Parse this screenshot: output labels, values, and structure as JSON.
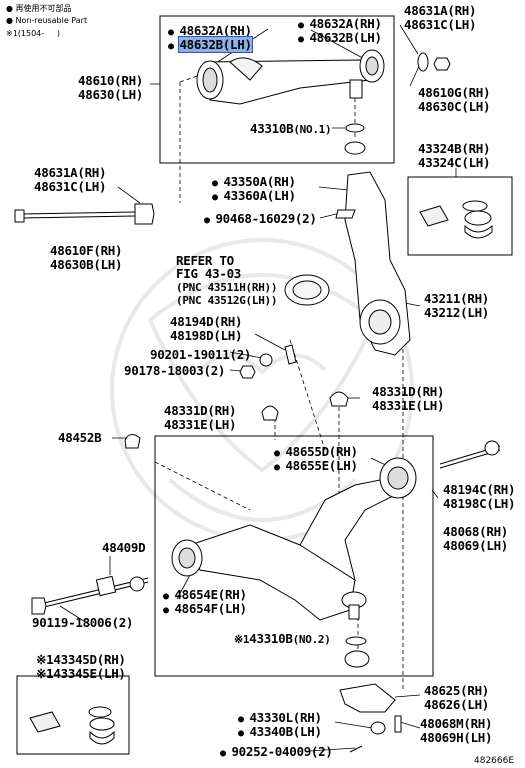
{
  "legend": {
    "line1": "● 再使用不可部品",
    "line2": "● Non-reusable Part",
    "line3": "※1(1504-     )"
  },
  "labels": {
    "p48632A": "48632A(RH)",
    "p48632B": "48632B(LH)",
    "p48632A2": "48632A(RH)",
    "p48632B2": "48632B(LH)",
    "p48631A_top": "48631A(RH)",
    "p48631C_top": "48631C(LH)",
    "p48610": "48610(RH)",
    "p48630": "48630(LH)",
    "p48610G": "48610G(RH)",
    "p48630C": "48630C(LH)",
    "p43310B1": "43310B",
    "p43310B1_note": "(NO.1)",
    "p48631A": "48631A(RH)",
    "p48631C": "48631C(LH)",
    "p43324B": "43324B(RH)",
    "p43324C": "43324C(LH)",
    "p43350A": "43350A(RH)",
    "p43360A": "43360A(LH)",
    "p90468": "90468-16029(2)",
    "p48610F": "48610F(RH)",
    "p48630B": "48630B(LH)",
    "refer1": "REFER TO",
    "refer2": "FIG 43-03",
    "refer3": "(PNC 43511H(RH))",
    "refer4": "(PNC 43512G(LH))",
    "p43211": "43211(RH)",
    "p43212": "43212(LH)",
    "p48194D": "48194D(RH)",
    "p48198D": "48198D(LH)",
    "p90201": "90201-19011(2)",
    "p90178": "90178-18003(2)",
    "p48331D_r": "48331D(RH)",
    "p48331E_r": "48331E(LH)",
    "p48331D_l": "48331D(RH)",
    "p48331E_l": "48331E(LH)",
    "p48452B": "48452B",
    "p48655D": "48655D(RH)",
    "p48655E": "48655E(LH)",
    "p48194C": "48194C(RH)",
    "p48198C": "48198C(LH)",
    "p48068": "48068(RH)",
    "p48069": "48069(LH)",
    "p48409D": "48409D",
    "p48654E": "48654E(RH)",
    "p48654F": "48654F(LH)",
    "p90119": "90119-18006(2)",
    "p43310B2_pre": "※1",
    "p43310B2": "43310B",
    "p43310B2_note": "(NO.2)",
    "p43345D": "※143345D(RH)",
    "p43345E": "※143345E(LH)",
    "p48625": "48625(RH)",
    "p48626": "48626(LH)",
    "p43330L": "43330L(RH)",
    "p43340B": "43340B(LH)",
    "p48068M": "48068M(RH)",
    "p48069H": "48069H(LH)",
    "p90252": "90252-04009(2)",
    "figure_id": "482666E"
  },
  "colors": {
    "line": "#000000",
    "highlight": "#8fb0e6",
    "highlight_border": "#2a56b8",
    "watermark": "#e4e4e4"
  }
}
